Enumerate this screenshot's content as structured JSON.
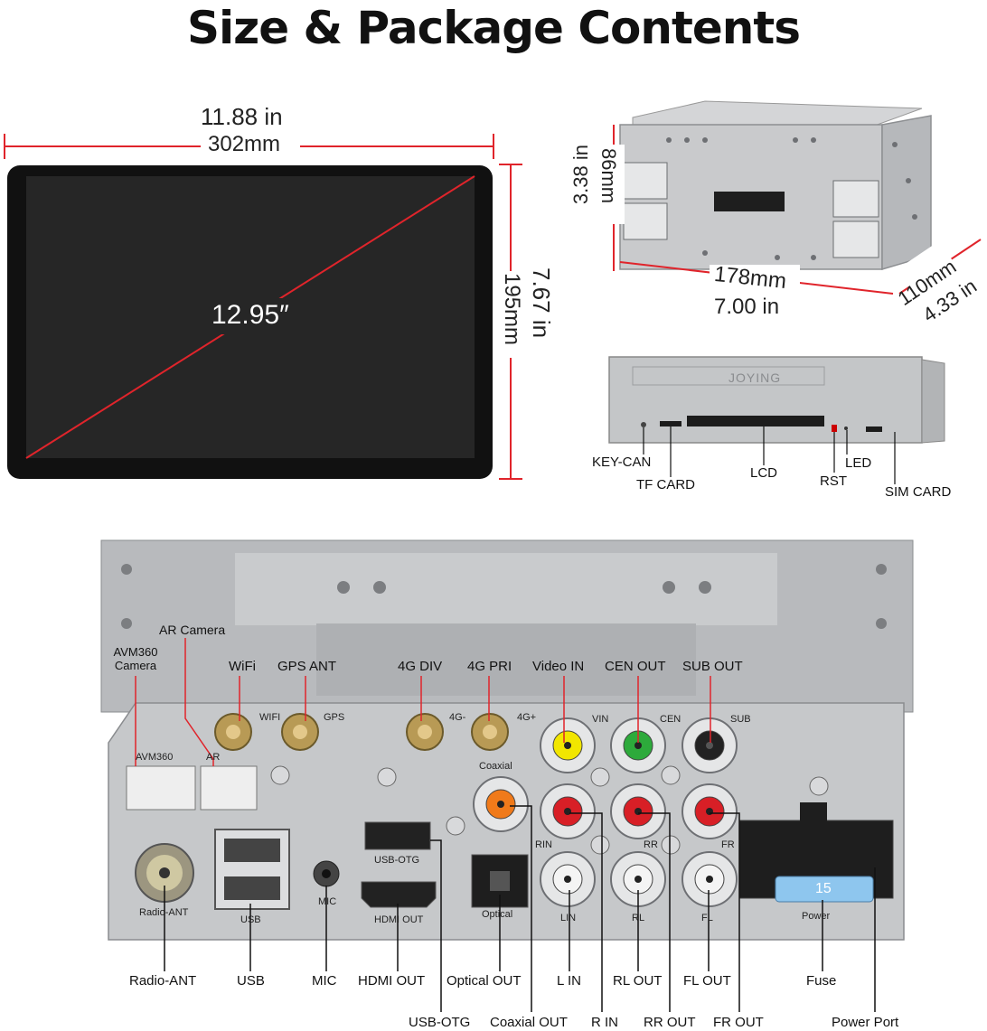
{
  "title": "Size & Package Contents",
  "screen": {
    "width_in": "11.88 in",
    "width_mm": "302mm",
    "height_in": "7.67 in",
    "height_mm": "195mm",
    "diagonal": "12.95″"
  },
  "cage": {
    "height_mm": "86mm",
    "height_in": "3.38 in",
    "width_mm": "178mm",
    "width_in": "7.00 in",
    "depth_mm": "110mm",
    "depth_in": "4.33 in"
  },
  "unit_front": {
    "brand": "JOYING",
    "labels": [
      "KEY-CAN",
      "TF CARD",
      "LCD",
      "RST",
      "LED",
      "SIM CARD"
    ]
  },
  "rear_panel": {
    "top_labels": {
      "ar_camera": "AR Camera",
      "avm_camera": "AVM360 Camera",
      "wifi": "WiFi",
      "gps_ant": "GPS ANT",
      "dv_4g": "4G DIV",
      "pri_4g": "4G PRI",
      "video_in": "Video IN",
      "cen_out": "CEN OUT",
      "sub_out": "SUB OUT"
    },
    "printed": {
      "wifi": "WIFI",
      "gps": "GPS",
      "g4_minus": "4G-",
      "g4_plus": "4G+",
      "vin": "VIN",
      "cen": "CEN",
      "sub": "SUB",
      "avm360": "AVM360",
      "ar": "AR",
      "coaxial": "Coaxial",
      "rin": "RIN",
      "rr": "RR",
      "fr": "FR",
      "usb_otg": "USB-OTG",
      "radio_ant": "Radio-ANT",
      "usb": "USB",
      "mic": "MIC",
      "hdmi_out": "HDMI OUT",
      "optical": "Optical",
      "lin": "LIN",
      "rl": "RL",
      "fl": "FL",
      "power": "Power",
      "fuse_value": "15"
    },
    "bottom_row1": [
      "Radio-ANT",
      "USB",
      "MIC",
      "HDMI OUT",
      "Optical OUT",
      "L IN",
      "RL OUT",
      "FL OUT",
      "Fuse"
    ],
    "bottom_row2": [
      "USB-OTG",
      "Coaxial OUT",
      "R IN",
      "RR OUT",
      "FR OUT",
      "Power Port"
    ]
  },
  "colors": {
    "dimension_line": "#e0242b",
    "screen_bezel": "#111111",
    "screen_glass": "#262626",
    "metal": "#c6c8ca",
    "rca_yellow": "#f2e600",
    "rca_green": "#2daa3b",
    "rca_red": "#d81f26",
    "rca_orange": "#f07a1a",
    "fuse_blue": "#8ec6ee"
  }
}
